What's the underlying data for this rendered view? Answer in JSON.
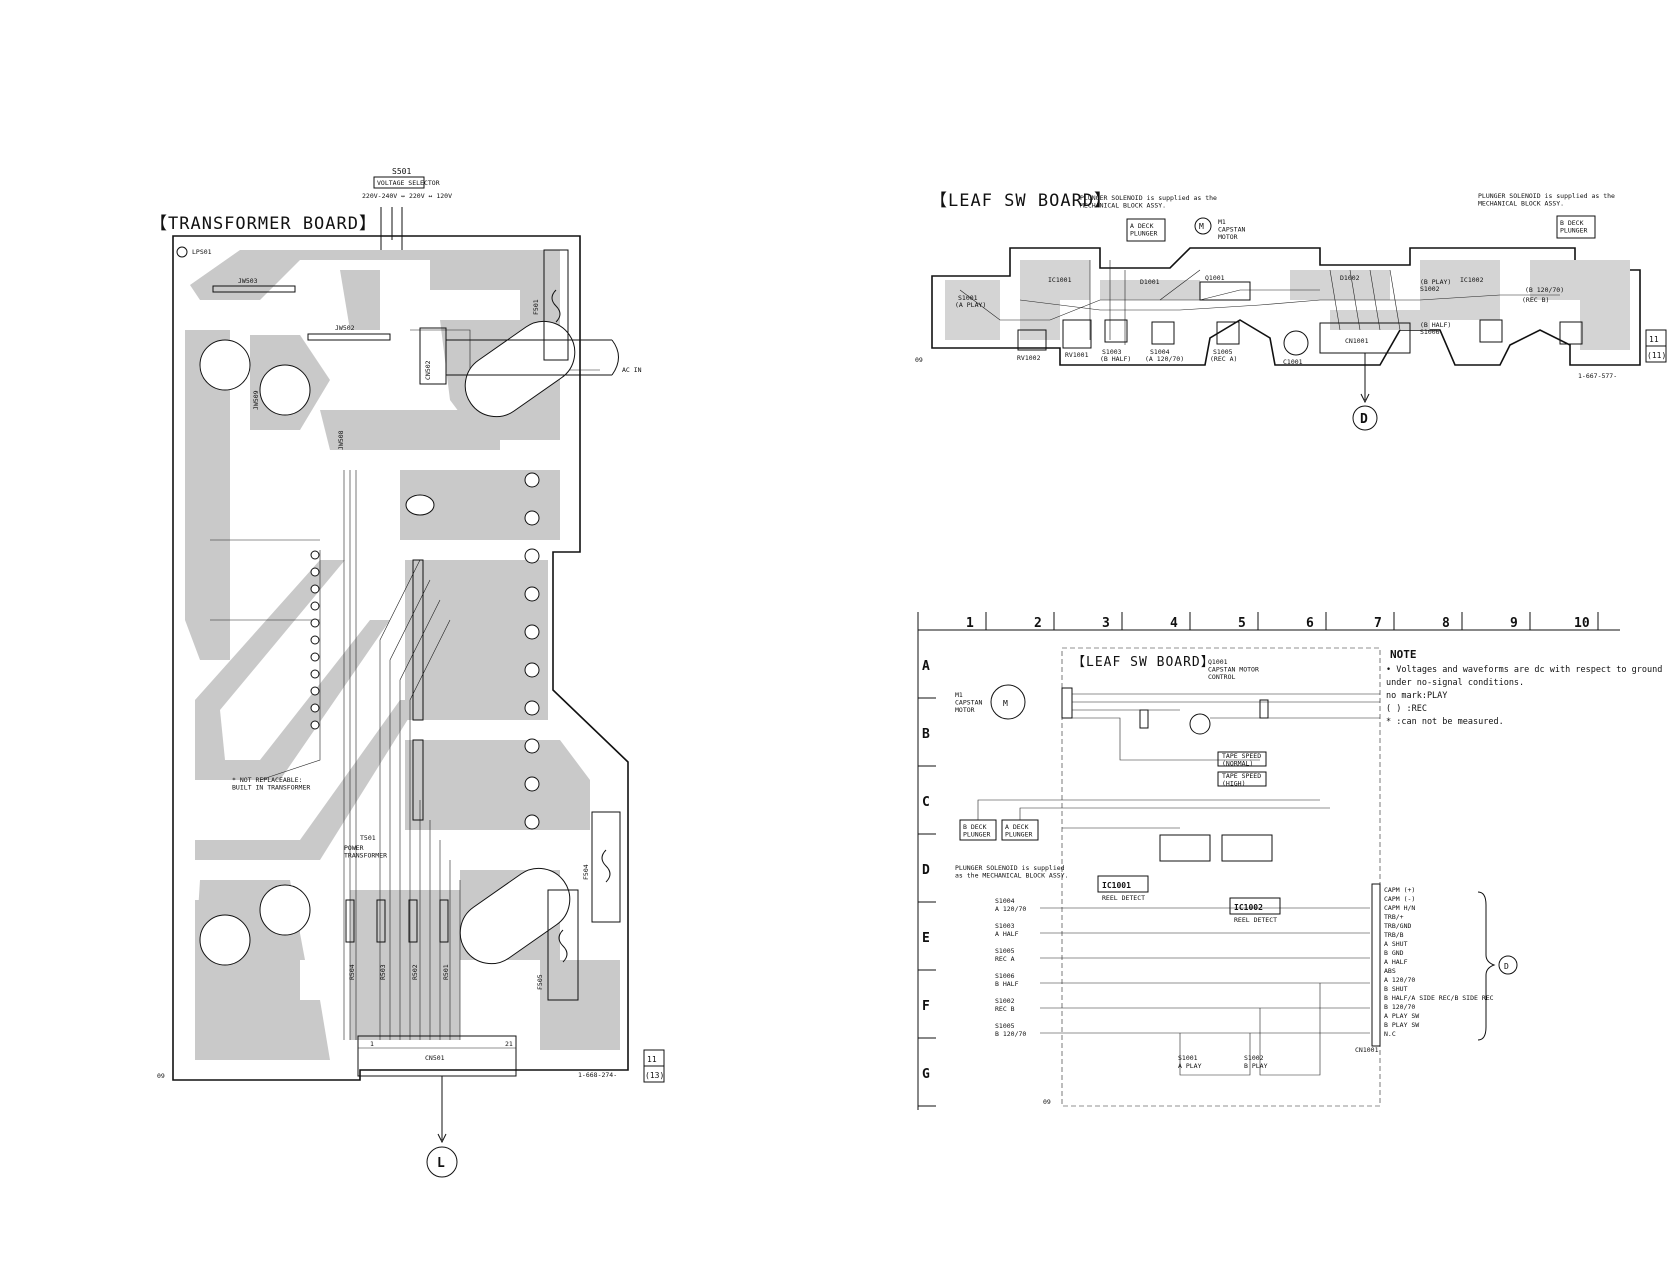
{
  "transformer_board": {
    "title": "【TRANSFORMER BOARD】",
    "selector_ref": "S501",
    "selector_name": "VOLTAGE SELECTOR",
    "selector_range": "220V-240V ↔ 220V ↔ 120V",
    "labels": {
      "lps": "LPS01",
      "jw503": "JW503",
      "jw502": "JW502",
      "jw509": "JW509",
      "jw508": "JW508",
      "f501": "F501",
      "cn502": "CN502",
      "ac_in": "AC IN",
      "f504": "F504",
      "f505": "F505",
      "t501": "T501",
      "t501_desc": "POWER\nTRANSFORMER",
      "not_replaceable": "* NOT REPLACEABLE:\nBUILT IN TRANSFORMER",
      "r504": "R504",
      "r503": "R503",
      "r502": "R502",
      "r501": "R501",
      "cn501": "CN501",
      "pin1": "1",
      "pin21": "21",
      "board_no": "1-668-274-",
      "side_a": "11",
      "side_b": "(13)",
      "ref": "09",
      "connector_out": "L"
    }
  },
  "leaf_sw_board_pcb": {
    "title": "【LEAF SW BOARD】",
    "note_left": "PLUNGER SOLENOID is supplied as the\nMECHANICAL BLOCK ASSY.",
    "note_right": "PLUNGER SOLENOID is supplied as the\nMECHANICAL BLOCK ASSY.",
    "a_deck_plunger": "A DECK\nPLUNGER",
    "b_deck_plunger": "B DECK\nPLUNGER",
    "motor_symbol": "M",
    "motor_label": "M1\nCAPSTAN\nMOTOR",
    "labels": {
      "s1001": "S1001",
      "a_play": "(A PLAY)",
      "rv1002": "RV1002",
      "rv1001": "RV1001",
      "s1003": "S1003",
      "b_half": "(B HALF)",
      "s1004": "S1004",
      "a_12070": "(A 120/70)",
      "s1005": "S1005",
      "rec_a": "(REC A)",
      "cn1001": "CN1001",
      "s1002": "S1002",
      "s1006": "S1006",
      "b_play": "(B PLAY)",
      "b_half2": "(B HALF)",
      "b_12070": "(B 120/70)",
      "rec_b": "(REC B)",
      "q1001": "Q1001",
      "ic1001": "IC1001",
      "ic1002": "IC1002",
      "d1001": "D1001",
      "d1002": "D1002",
      "c1001": "C1001",
      "board_no": "1-667-577-",
      "side_a": "11",
      "side_b": "(11)",
      "ref": "09",
      "connector_out": "D"
    }
  },
  "schematic": {
    "columns": [
      "1",
      "2",
      "3",
      "4",
      "5",
      "6",
      "7",
      "8",
      "9",
      "10"
    ],
    "rows": [
      "A",
      "B",
      "C",
      "D",
      "E",
      "F",
      "G"
    ],
    "title": "【LEAF SW BOARD】",
    "q1001_label": "Q1001\nCAPSTAN MOTOR\nCONTROL",
    "motor_symbol": "M",
    "motor_label": "M1\nCAPSTAN\nMOTOR",
    "tape_speed_normal": "TAPE SPEED\n(NORMAL)",
    "tape_speed_high": "TAPE SPEED\n(HIGH)",
    "b_deck_plunger": "B DECK\nPLUNGER",
    "a_deck_plunger": "A DECK\nPLUNGER",
    "plunger_note": "PLUNGER SOLENOID is supplied\nas the MECHANICAL BLOCK ASSY.",
    "ic1001": "IC1001",
    "ic1001_desc": "REEL DETECT",
    "ic1002": "IC1002",
    "ic1002_desc": "REEL DETECT",
    "switches": [
      {
        "ref": "S1004",
        "name": "A 120/70"
      },
      {
        "ref": "S1003",
        "name": "A HALF"
      },
      {
        "ref": "S1005",
        "name": "REC A"
      },
      {
        "ref": "S1006",
        "name": "B HALF"
      },
      {
        "ref": "S1002",
        "name": "REC B"
      },
      {
        "ref": "S1005",
        "name": "B 120/70"
      }
    ],
    "bottom_switches": [
      {
        "ref": "S1001",
        "name": "A PLAY"
      },
      {
        "ref": "S1002",
        "name": "B PLAY"
      }
    ],
    "connector_pins": [
      "CAPM (+)",
      "CAPM (-)",
      "CAPM H/N",
      "TRB/+",
      "TRB/GND",
      "TRB/B",
      "A SHUT",
      "B GND",
      "A HALF",
      "ABS",
      "A 120/70",
      "B SHUT",
      "B HALF/A SIDE REC/B SIDE REC",
      "B 120/70",
      "A PLAY SW",
      "B PLAY SW",
      "N.C"
    ],
    "connector_ref": "CN1001",
    "connector_out": "D",
    "ref": "09",
    "note_title": "NOTE",
    "note_lines": [
      "• Voltages and waveforms are dc with respect to ground",
      "  under no-signal conditions.",
      "  no mark:PLAY",
      "  (   ) :REC",
      "  *   :can not be measured."
    ]
  }
}
